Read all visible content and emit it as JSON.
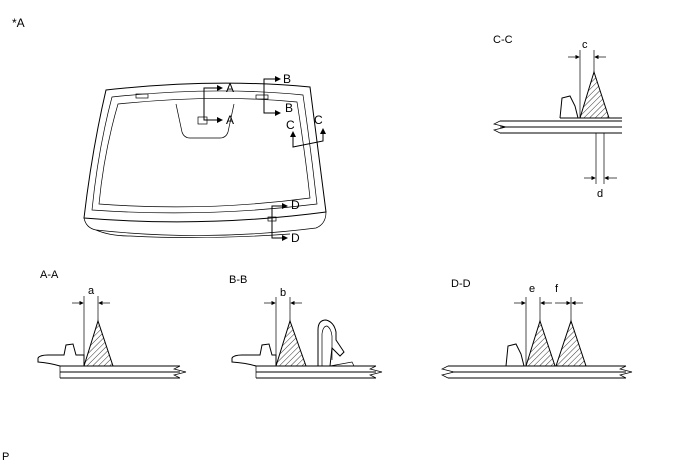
{
  "figure_tag": "*A",
  "footer_code": "P",
  "windshield": {
    "cut_markers": [
      "A",
      "A",
      "B",
      "B",
      "C",
      "C",
      "D",
      "D"
    ]
  },
  "sections": {
    "aa": {
      "title": "A-A",
      "dims": [
        "a"
      ]
    },
    "bb": {
      "title": "B-B",
      "dims": [
        "b"
      ]
    },
    "cc": {
      "title": "C-C",
      "dims": [
        "c",
        "d"
      ]
    },
    "dd": {
      "title": "D-D",
      "dims": [
        "e",
        "f"
      ]
    }
  }
}
